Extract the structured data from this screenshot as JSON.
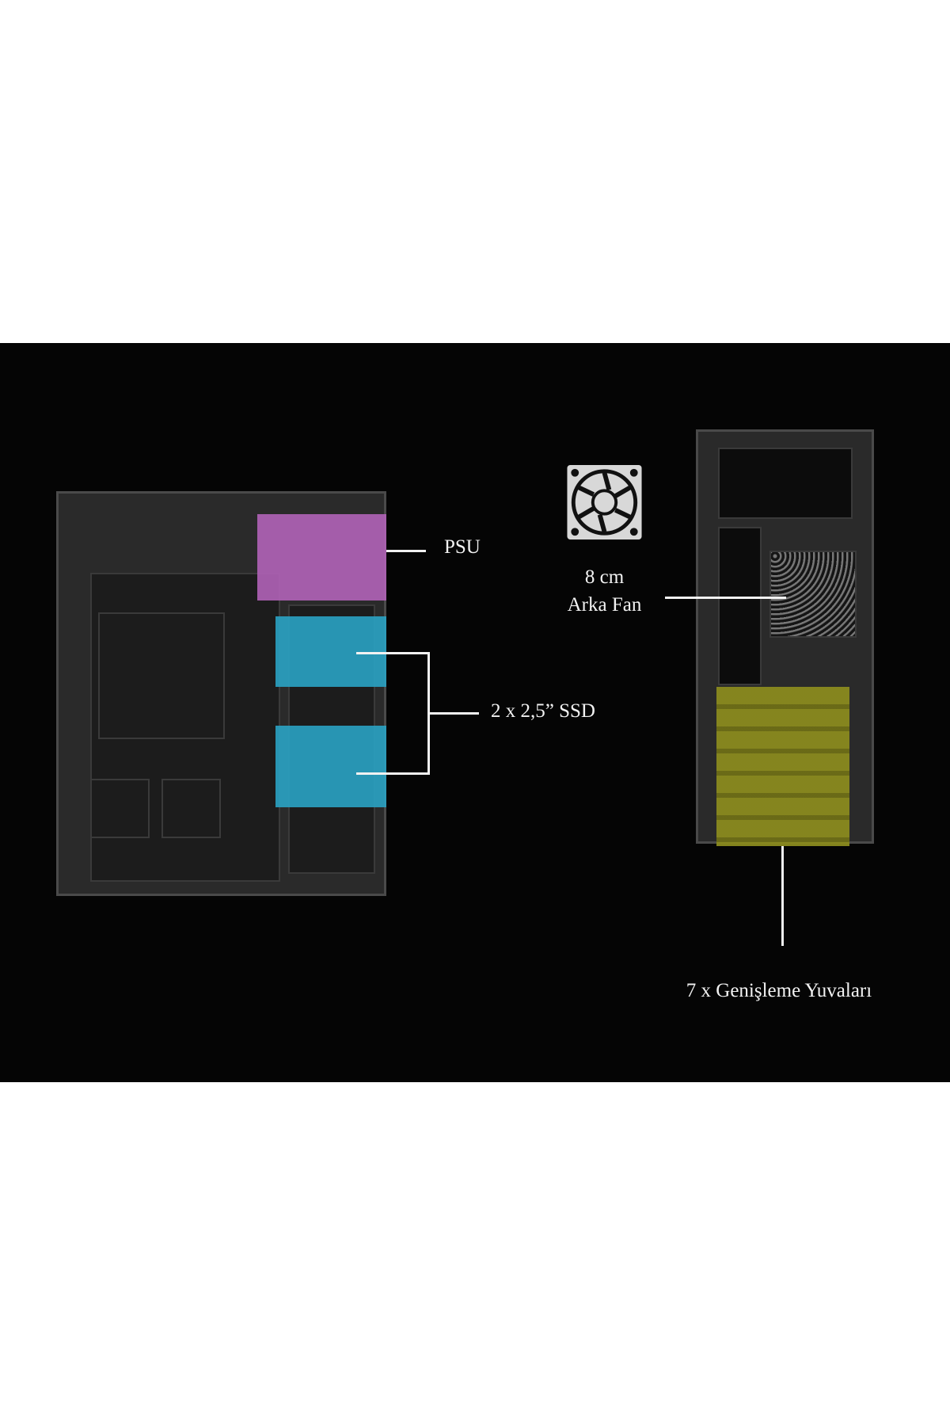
{
  "labels": {
    "psu": "PSU",
    "ssd": "2 x 2,5” SSD",
    "fan_size": "8 cm",
    "fan_name": "Arka Fan",
    "expansion": "7 x Genişleme Yuvaları"
  },
  "colors": {
    "psu": "#b163b8",
    "ssd": "#2aa3c4",
    "expansion": "#8a8a1e",
    "background": "#050505"
  },
  "icons": [
    "fan-icon"
  ]
}
